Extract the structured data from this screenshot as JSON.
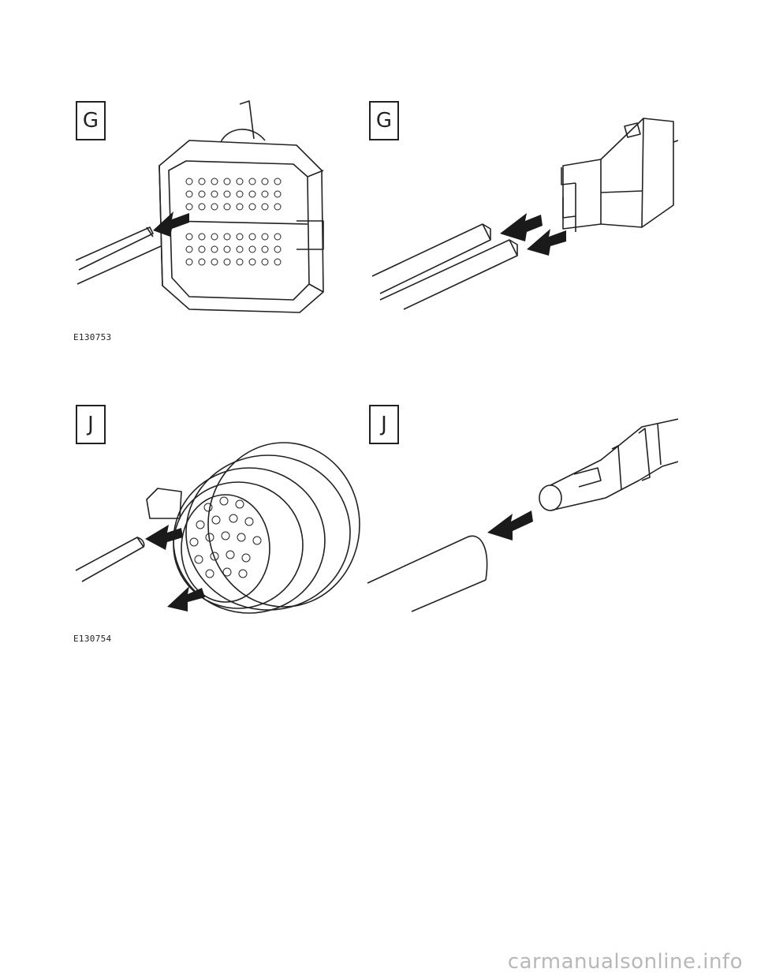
{
  "figures": [
    {
      "caption": "E130753",
      "panels": [
        {
          "label": "G",
          "subject": "rectangular-multipin-connector"
        },
        {
          "label": "G",
          "subject": "flat-terminal-removal"
        }
      ]
    },
    {
      "caption": "E130754",
      "panels": [
        {
          "label": "J",
          "subject": "circular-multipin-connector"
        },
        {
          "label": "J",
          "subject": "round-terminal-removal"
        }
      ]
    }
  ],
  "watermark": "carmanualsonline.info",
  "colors": {
    "line": "#222222",
    "arrow": "#1a1a1a",
    "watermark": "#b8b8b8"
  }
}
